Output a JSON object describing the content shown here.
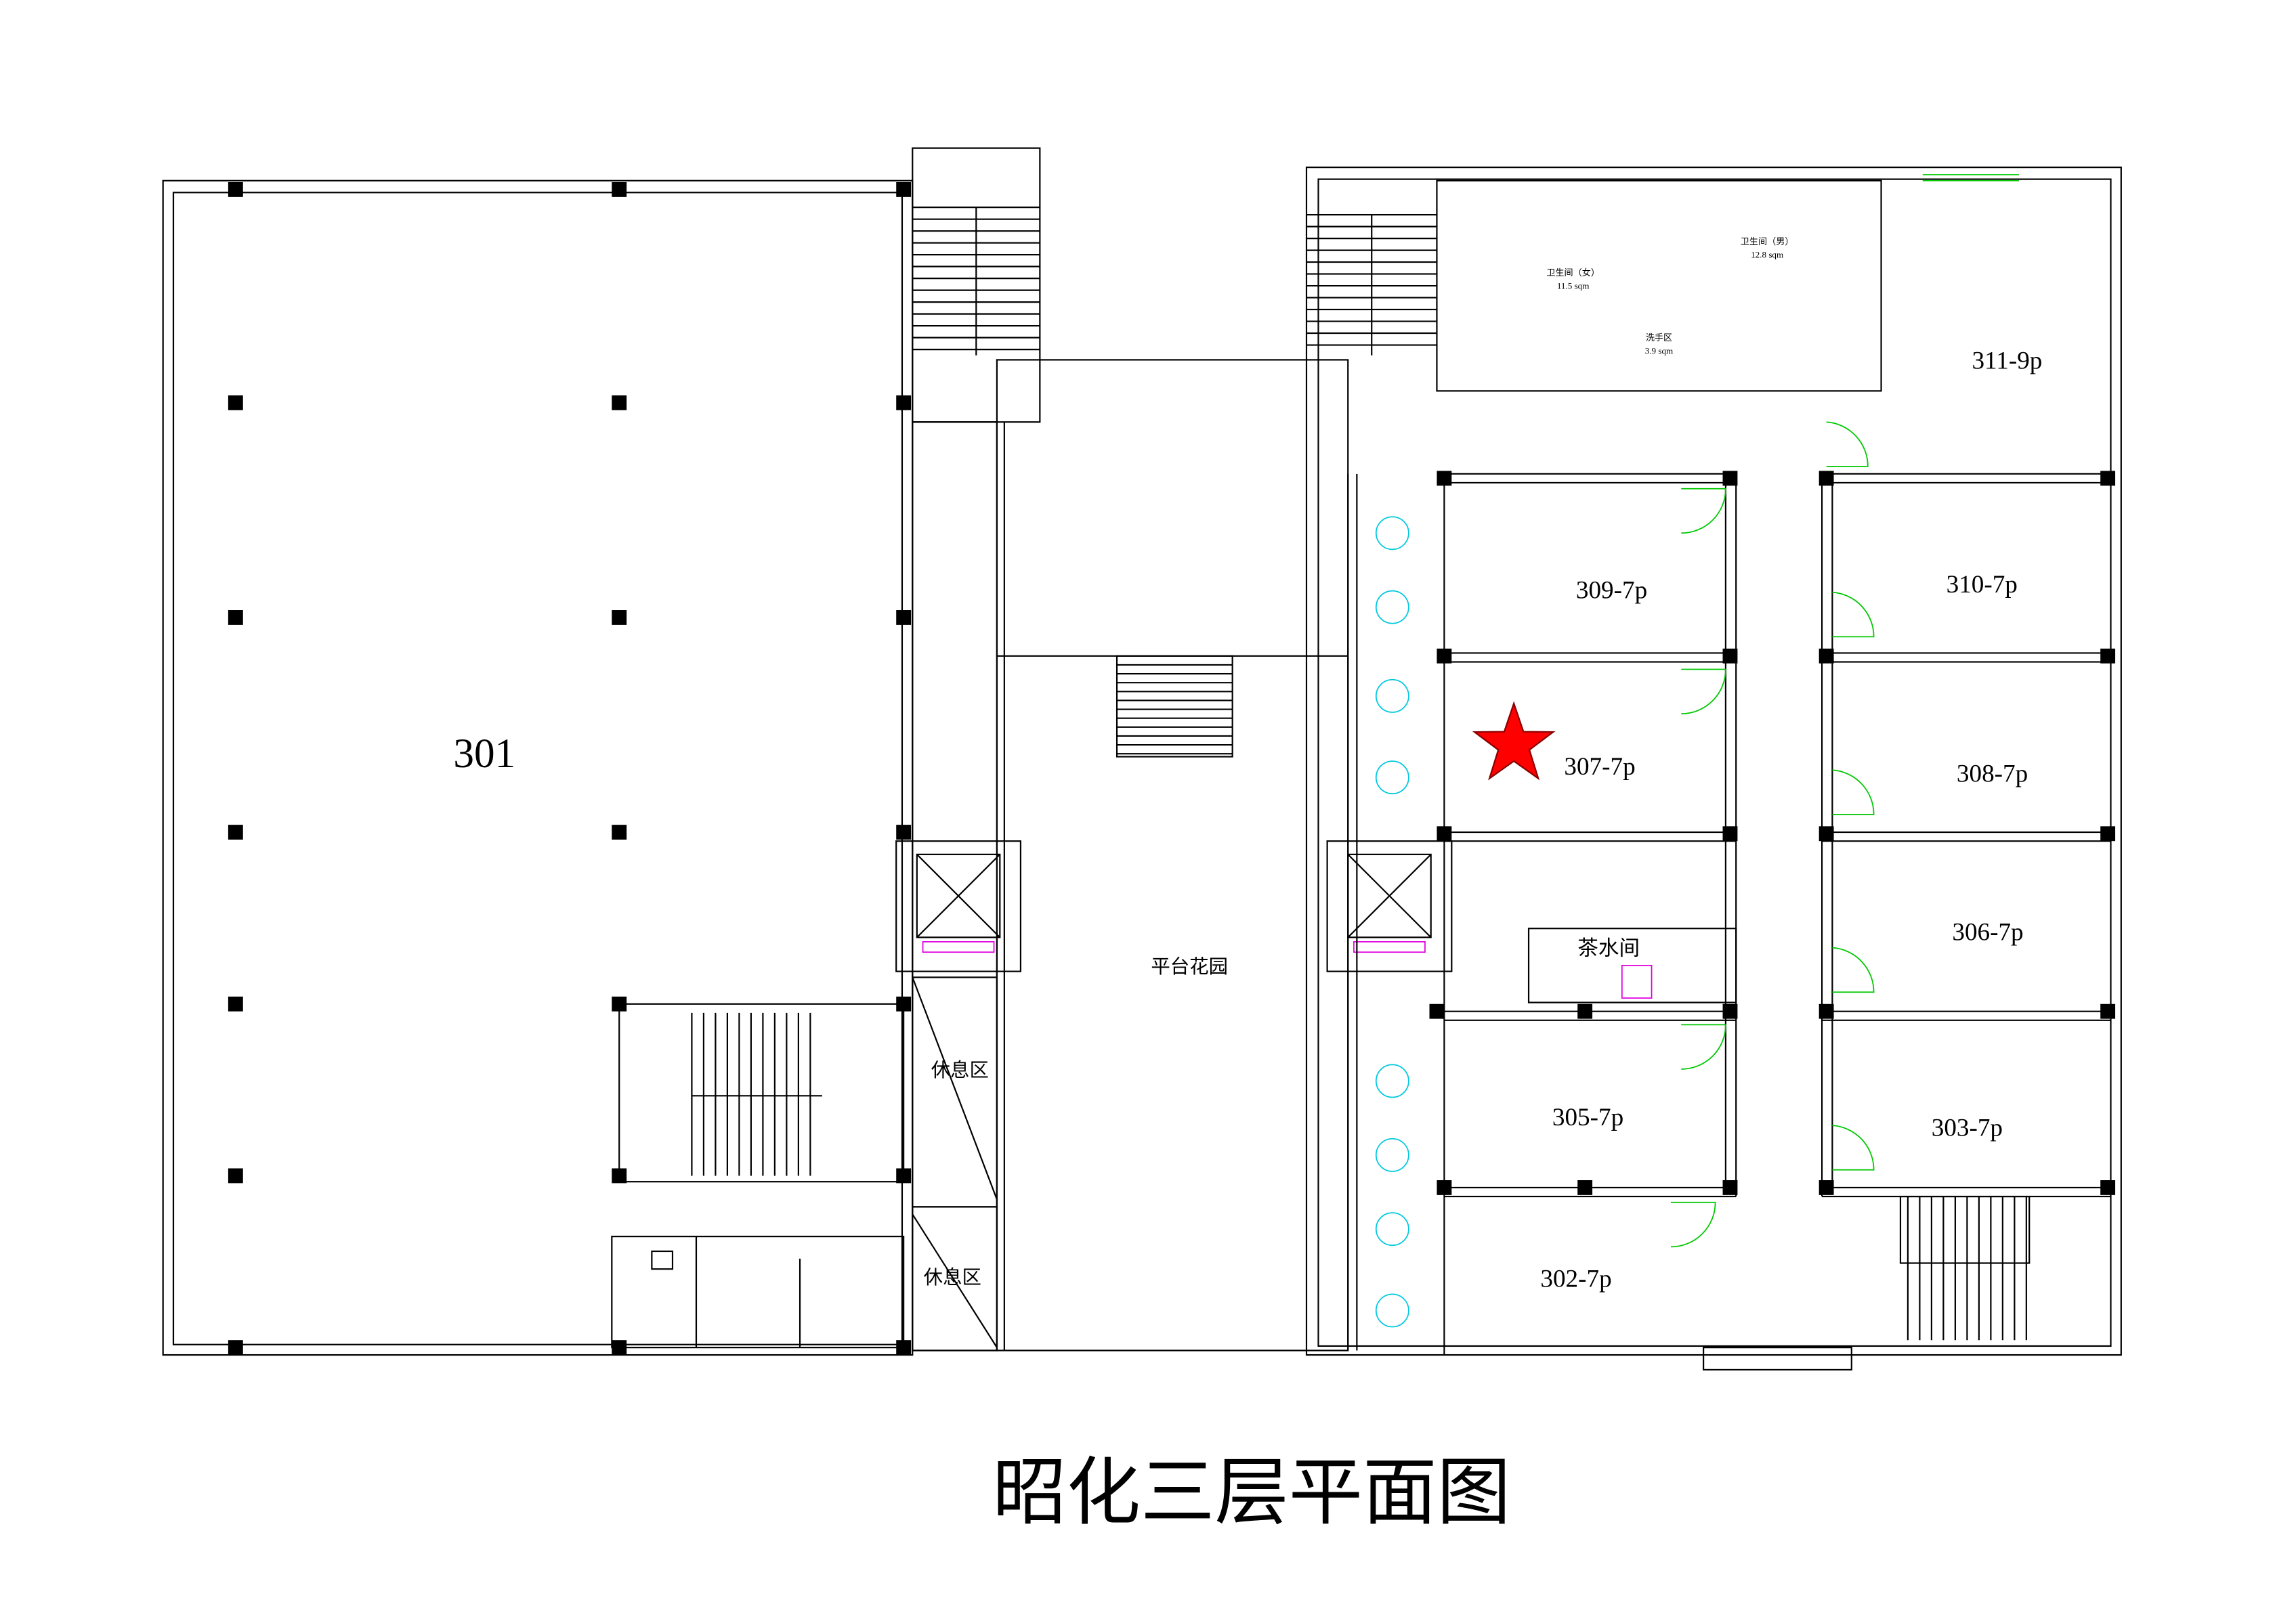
{
  "title": "昭化三层平面图",
  "rooms": {
    "r301": "301",
    "r311": "311-9p",
    "r309": "309-7p",
    "r310": "310-7p",
    "r307": "307-7p",
    "r308": "308-7p",
    "r306": "306-7p",
    "r305": "305-7p",
    "r303": "303-7p",
    "r302": "302-7p",
    "tea": "茶水间",
    "garden": "平台花园",
    "rest1": "休息区",
    "rest2": "休息区"
  },
  "restrooms": {
    "female_label": "卫生间（女）",
    "female_area": "11.5 sqm",
    "male_label": "卫生间（男）",
    "male_area": "12.8 sqm",
    "wash_label": "洗手区",
    "wash_area": "3.9 sqm"
  },
  "marker": {
    "color": "#ff0000",
    "room": "307-7p"
  }
}
